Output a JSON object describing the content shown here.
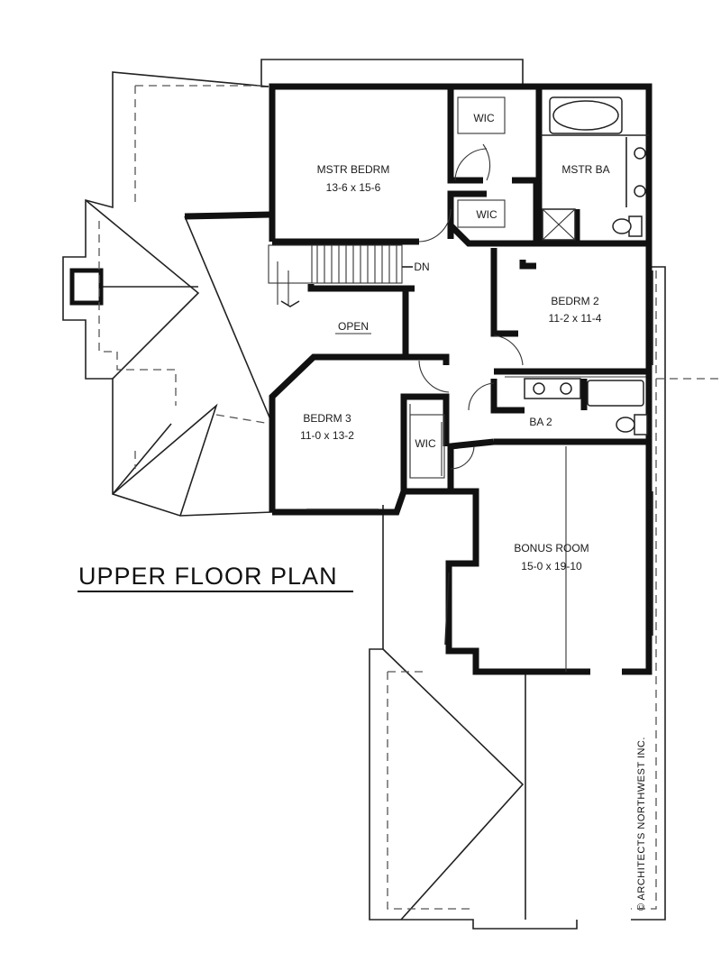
{
  "plan_title": "UPPER FLOOR PLAN",
  "credit": "© ARCHITECTS NORTHWEST INC.",
  "rooms": {
    "master_bedroom": {
      "name": "MSTR BEDRM",
      "size": "13-6 x 15-6"
    },
    "master_bath": {
      "name": "MSTR BA"
    },
    "wic_upper": {
      "name": "WIC"
    },
    "wic_lower": {
      "name": "WIC"
    },
    "bedroom_2": {
      "name": "BEDRM 2",
      "size": "11-2 x 11-4"
    },
    "bedroom_3": {
      "name": "BEDRM 3",
      "size": "11-0 x 13-2"
    },
    "wic_bedroom_3": {
      "name": "WIC"
    },
    "bath_2": {
      "name": "BA 2"
    },
    "bonus_room": {
      "name": "BONUS ROOM",
      "size": "15-0 x 19-10"
    },
    "open": {
      "name": "OPEN"
    },
    "stair_down": {
      "name": "DN"
    }
  },
  "colors": {
    "ink": "#111111",
    "paper": "#ffffff",
    "dashed_roof_line": "#555555"
  }
}
